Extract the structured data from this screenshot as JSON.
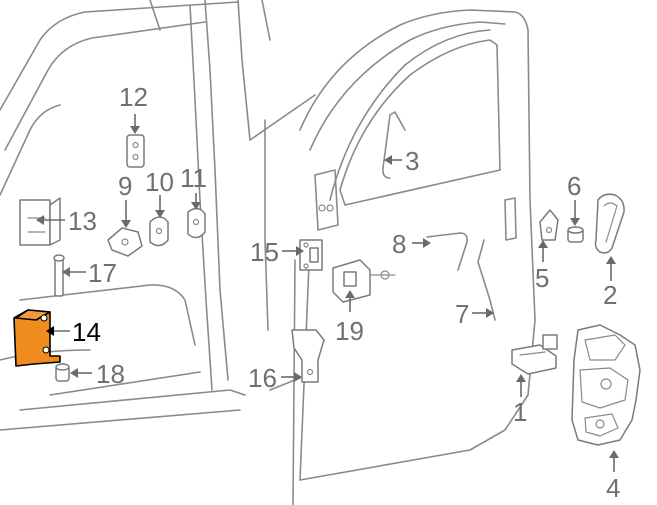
{
  "diagram": {
    "highlight_color": "#f08c1e",
    "callouts": [
      {
        "id": "12",
        "label": "12"
      },
      {
        "id": "9",
        "label": "9"
      },
      {
        "id": "10",
        "label": "10"
      },
      {
        "id": "11",
        "label": "11"
      },
      {
        "id": "13",
        "label": "13"
      },
      {
        "id": "17",
        "label": "17"
      },
      {
        "id": "14",
        "label": "14",
        "highlighted": true
      },
      {
        "id": "18",
        "label": "18"
      },
      {
        "id": "15",
        "label": "15"
      },
      {
        "id": "16",
        "label": "16"
      },
      {
        "id": "19",
        "label": "19"
      },
      {
        "id": "3",
        "label": "3"
      },
      {
        "id": "8",
        "label": "8"
      },
      {
        "id": "7",
        "label": "7"
      },
      {
        "id": "6",
        "label": "6"
      },
      {
        "id": "5",
        "label": "5"
      },
      {
        "id": "2",
        "label": "2"
      },
      {
        "id": "1",
        "label": "1"
      },
      {
        "id": "4",
        "label": "4"
      }
    ]
  }
}
